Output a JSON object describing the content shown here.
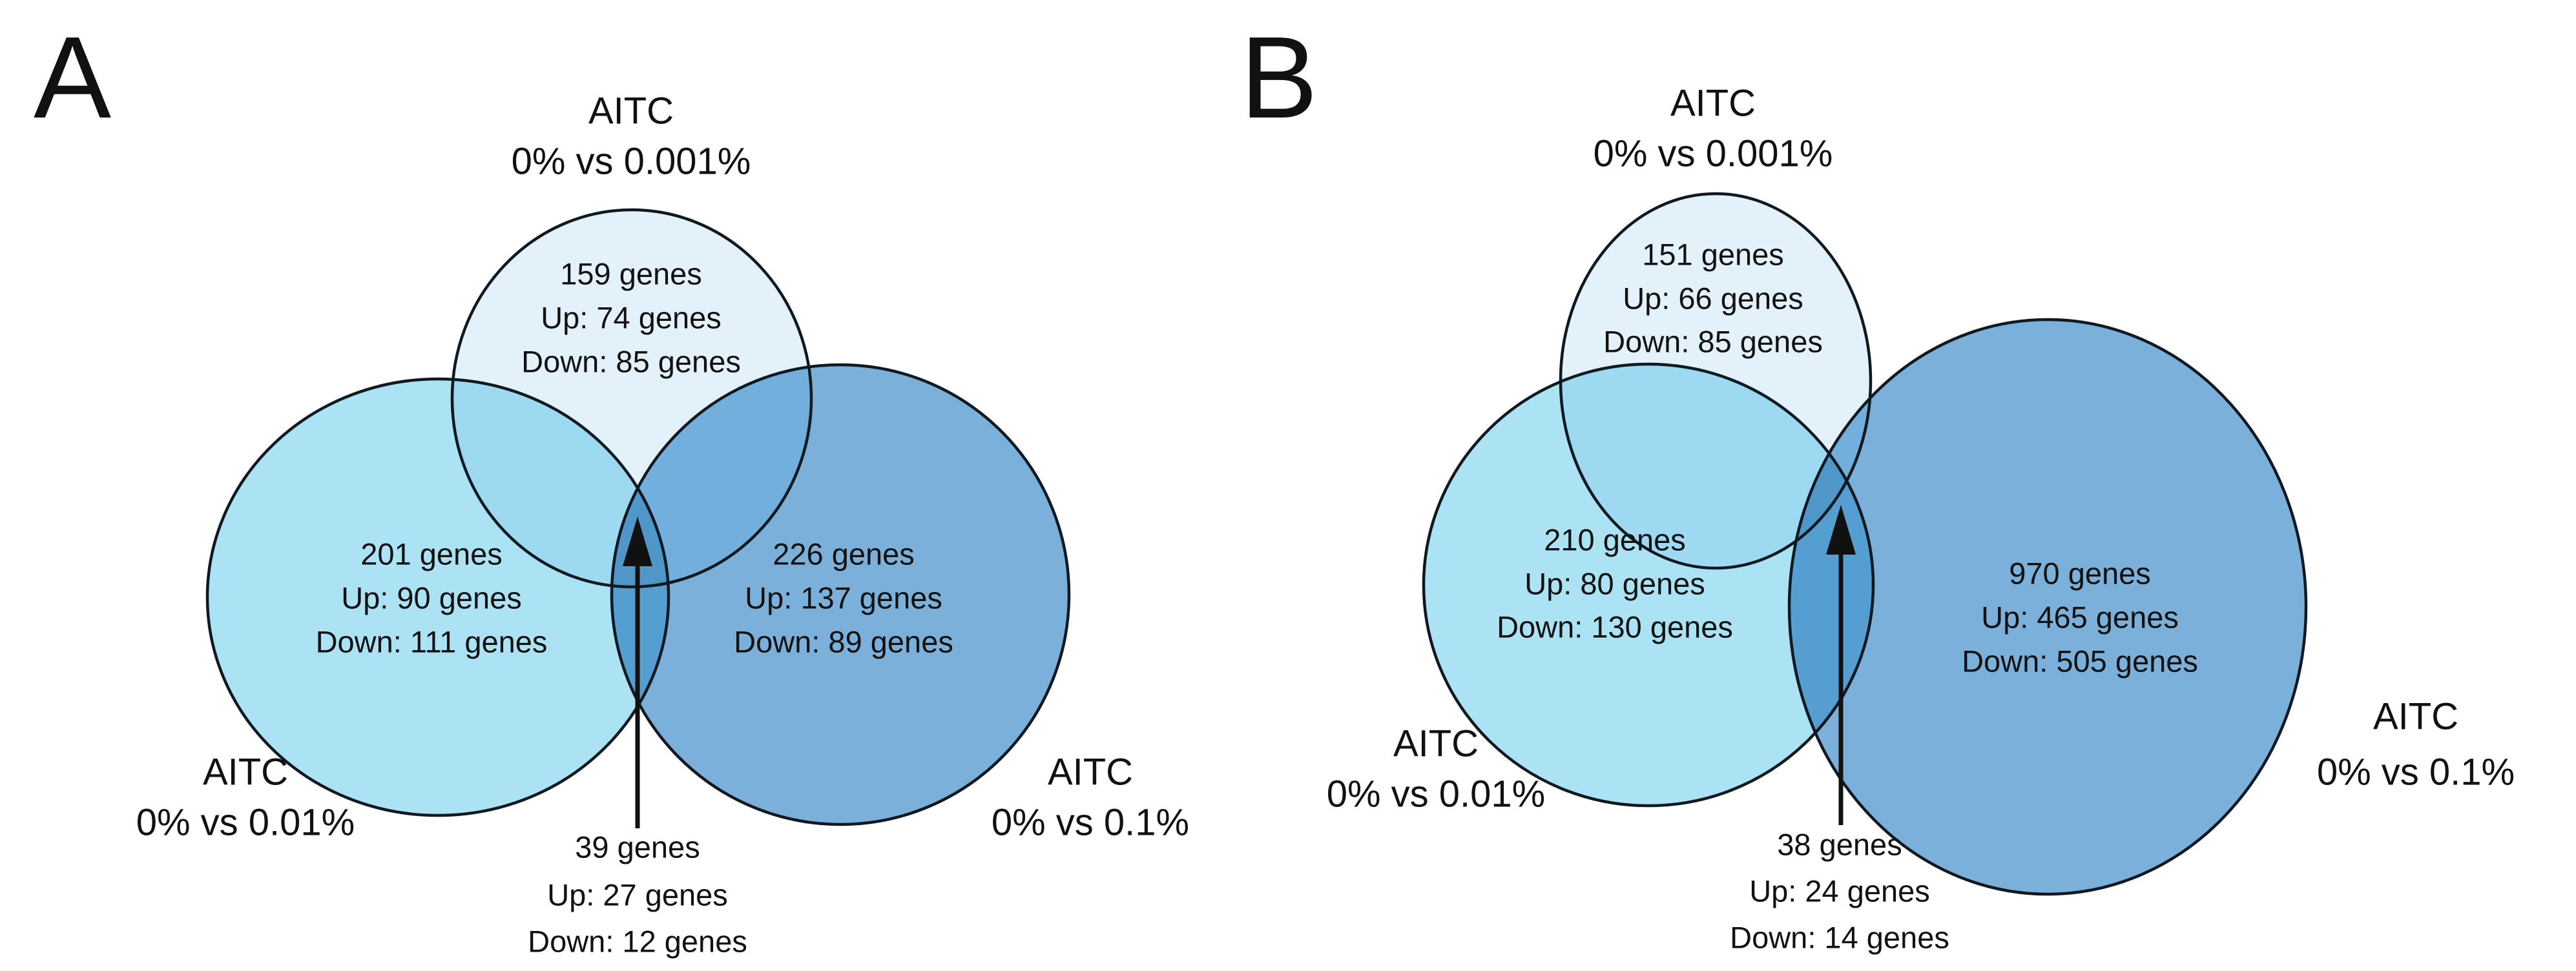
{
  "colors": {
    "top_circle": "#e3f2fa",
    "left_circle": "#abe2f4",
    "right_circle": "#7bb0db",
    "top_left_overlap": "#9dd9f0",
    "top_right_overlap": "#72afdc",
    "left_right_overlap": "#559ed2",
    "triple_overlap": "#4f97c9",
    "outline": "#101820",
    "text": "#111111"
  },
  "panels": [
    {
      "letter": "A",
      "top": {
        "label1": "AITC",
        "label2": "0% vs 0.001%",
        "count": "159 genes",
        "up": "Up: 74 genes",
        "down": "Down: 85 genes"
      },
      "left": {
        "label1": "AITC",
        "label2": "0% vs 0.01%",
        "count": "201 genes",
        "up": "Up: 90 genes",
        "down": "Down: 111 genes"
      },
      "right": {
        "label1": "AITC",
        "label2": "0% vs 0.1%",
        "count": "226 genes",
        "up": "Up: 137 genes",
        "down": "Down: 89 genes"
      },
      "center": {
        "count": "39 genes",
        "up": "Up: 27 genes",
        "down": "Down: 12 genes"
      }
    },
    {
      "letter": "B",
      "top": {
        "label1": "AITC",
        "label2": "0% vs 0.001%",
        "count": "151 genes",
        "up": "Up: 66 genes",
        "down": "Down: 85 genes"
      },
      "left": {
        "label1": "AITC",
        "label2": "0% vs 0.01%",
        "count": "210 genes",
        "up": "Up: 80 genes",
        "down": "Down: 130 genes"
      },
      "right": {
        "label1": "AITC",
        "label2": "0% vs 0.1%",
        "count": "970 genes",
        "up": "Up: 465 genes",
        "down": "Down: 505 genes"
      },
      "center": {
        "count": "38 genes",
        "up": "Up: 24 genes",
        "down": "Down: 14 genes"
      }
    }
  ]
}
